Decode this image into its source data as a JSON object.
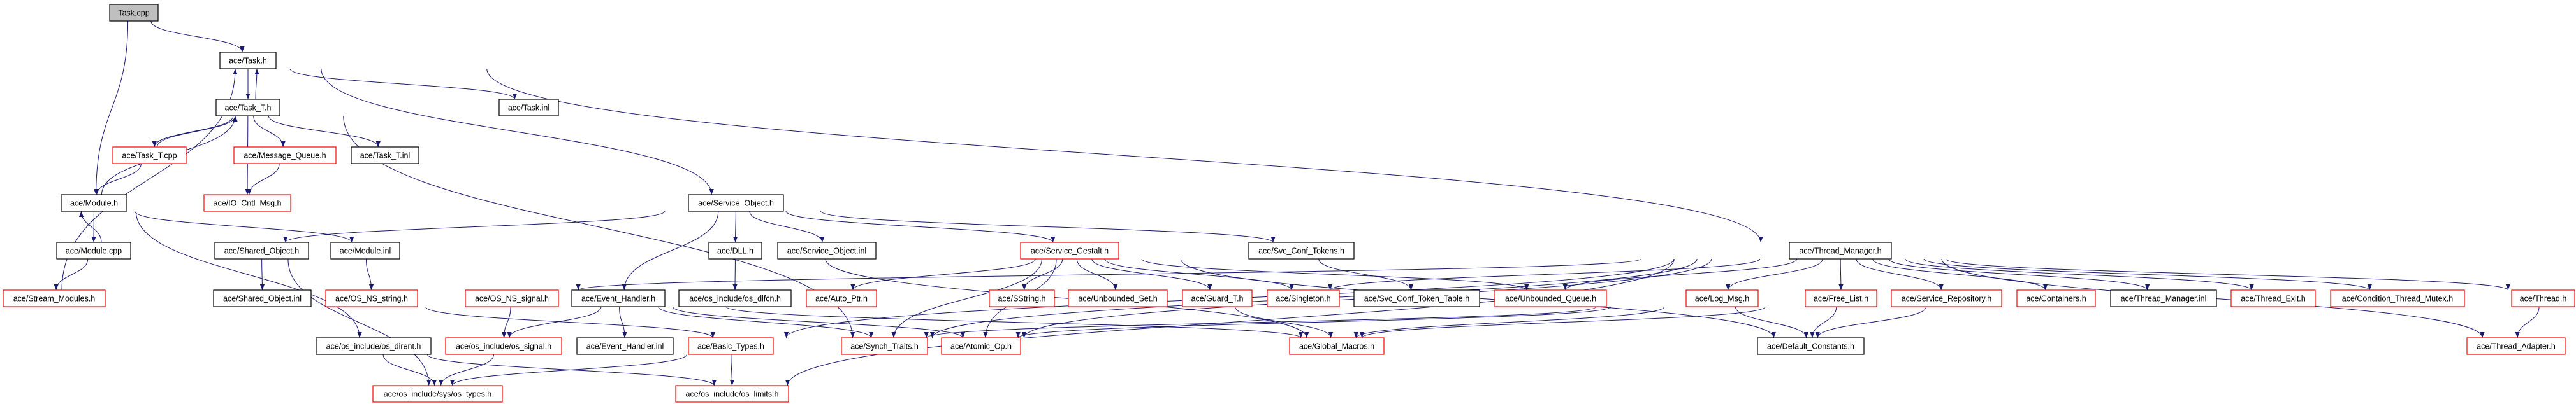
{
  "graph": {
    "title": "Task.cpp include dependency graph",
    "colors": {
      "edge": "#191970",
      "root_fill": "#bfbfbf",
      "border_documented": "#000000",
      "border_undocumented": "#ff0000",
      "node_fill": "#ffffff"
    },
    "nodes": [
      {
        "id": "task_cpp",
        "label": "Task.cpp",
        "root": true,
        "border": "black"
      },
      {
        "id": "task_h",
        "label": "ace/Task.h",
        "border": "black"
      },
      {
        "id": "task_t_h",
        "label": "ace/Task_T.h",
        "border": "black"
      },
      {
        "id": "task_t_cpp",
        "label": "ace/Task_T.cpp",
        "border": "red"
      },
      {
        "id": "message_queue_h",
        "label": "ace/Message_Queue.h",
        "border": "red"
      },
      {
        "id": "task_t_inl",
        "label": "ace/Task_T.inl",
        "border": "black"
      },
      {
        "id": "module_h",
        "label": "ace/Module.h",
        "border": "black"
      },
      {
        "id": "io_cntl_msg_h",
        "label": "ace/IO_Cntl_Msg.h",
        "border": "red"
      },
      {
        "id": "module_cpp",
        "label": "ace/Module.cpp",
        "border": "black"
      },
      {
        "id": "stream_modules_h",
        "label": "ace/Stream_Modules.h",
        "border": "red"
      },
      {
        "id": "shared_object_h",
        "label": "ace/Shared_Object.h",
        "border": "black"
      },
      {
        "id": "module_inl",
        "label": "ace/Module.inl",
        "border": "black"
      },
      {
        "id": "shared_object_inl",
        "label": "ace/Shared_Object.inl",
        "border": "black"
      },
      {
        "id": "os_ns_string_h",
        "label": "ace/OS_NS_string.h",
        "border": "red"
      },
      {
        "id": "os_dirent_h",
        "label": "ace/os_include/os_dirent.h",
        "border": "black"
      },
      {
        "id": "os_types_h",
        "label": "ace/os_include/sys/os_types.h",
        "border": "red"
      },
      {
        "id": "task_inl",
        "label": "ace/Task.inl",
        "border": "black"
      },
      {
        "id": "service_object_h",
        "label": "ace/Service_Object.h",
        "border": "black"
      },
      {
        "id": "dll_h",
        "label": "ace/DLL.h",
        "border": "black"
      },
      {
        "id": "service_object_inl",
        "label": "ace/Service_Object.inl",
        "border": "black"
      },
      {
        "id": "os_ns_signal_h",
        "label": "ace/OS_NS_signal.h",
        "border": "red"
      },
      {
        "id": "event_handler_h",
        "label": "ace/Event_Handler.h",
        "border": "black"
      },
      {
        "id": "os_dlfcn_h",
        "label": "ace/os_include/os_dlfcn.h",
        "border": "black"
      },
      {
        "id": "auto_ptr_h",
        "label": "ace/Auto_Ptr.h",
        "border": "red"
      },
      {
        "id": "os_signal_h",
        "label": "ace/os_include/os_signal.h",
        "border": "red"
      },
      {
        "id": "event_handler_inl",
        "label": "ace/Event_Handler.inl",
        "border": "black"
      },
      {
        "id": "basic_types_h",
        "label": "ace/Basic_Types.h",
        "border": "red"
      },
      {
        "id": "synch_traits_h",
        "label": "ace/Synch_Traits.h",
        "border": "red"
      },
      {
        "id": "os_limits_h",
        "label": "ace/os_include/os_limits.h",
        "border": "red"
      },
      {
        "id": "service_gestalt_h",
        "label": "ace/Service_Gestalt.h",
        "border": "red"
      },
      {
        "id": "svc_conf_tokens_h",
        "label": "ace/Svc_Conf_Tokens.h",
        "border": "black"
      },
      {
        "id": "sstring_h",
        "label": "ace/SString.h",
        "border": "red"
      },
      {
        "id": "unbounded_set_h",
        "label": "ace/Unbounded_Set.h",
        "border": "red"
      },
      {
        "id": "guard_t_h",
        "label": "ace/Guard_T.h",
        "border": "red"
      },
      {
        "id": "singleton_h",
        "label": "ace/Singleton.h",
        "border": "red"
      },
      {
        "id": "atomic_op_h",
        "label": "ace/Atomic_Op.h",
        "border": "red"
      },
      {
        "id": "global_macros_h",
        "label": "ace/Global_Macros.h",
        "border": "red"
      },
      {
        "id": "svc_conf_token_table_h",
        "label": "ace/Svc_Conf_Token_Table.h",
        "border": "black"
      },
      {
        "id": "unbounded_queue_h",
        "label": "ace/Unbounded_Queue.h",
        "border": "red"
      },
      {
        "id": "thread_manager_h",
        "label": "ace/Thread_Manager.h",
        "border": "black"
      },
      {
        "id": "log_msg_h",
        "label": "ace/Log_Msg.h",
        "border": "red"
      },
      {
        "id": "free_list_h",
        "label": "ace/Free_List.h",
        "border": "red"
      },
      {
        "id": "default_constants_h",
        "label": "ace/Default_Constants.h",
        "border": "black"
      },
      {
        "id": "service_repository_h",
        "label": "ace/Service_Repository.h",
        "border": "red"
      },
      {
        "id": "containers_h",
        "label": "ace/Containers.h",
        "border": "red"
      },
      {
        "id": "thread_manager_inl",
        "label": "ace/Thread_Manager.inl",
        "border": "black"
      },
      {
        "id": "thread_exit_h",
        "label": "ace/Thread_Exit.h",
        "border": "red"
      },
      {
        "id": "condition_thread_mutex_h",
        "label": "ace/Condition_Thread_Mutex.h",
        "border": "red"
      },
      {
        "id": "thread_h",
        "label": "ace/Thread.h",
        "border": "red"
      },
      {
        "id": "thread_adapter_h",
        "label": "ace/Thread_Adapter.h",
        "border": "red"
      }
    ],
    "edges": [
      [
        "task_cpp",
        "task_h"
      ],
      [
        "task_cpp",
        "module_h"
      ],
      [
        "task_h",
        "task_t_h"
      ],
      [
        "task_h",
        "task_inl"
      ],
      [
        "task_h",
        "service_object_h"
      ],
      [
        "task_h",
        "thread_manager_h"
      ],
      [
        "task_t_h",
        "task_h"
      ],
      [
        "task_t_h",
        "task_t_cpp"
      ],
      [
        "task_t_h",
        "message_queue_h"
      ],
      [
        "task_t_h",
        "task_t_inl"
      ],
      [
        "task_t_h",
        "io_cntl_msg_h"
      ],
      [
        "task_t_h",
        "synch_traits_h"
      ],
      [
        "task_t_cpp",
        "task_t_h"
      ],
      [
        "task_t_cpp",
        "module_h"
      ],
      [
        "message_queue_h",
        "io_cntl_msg_h"
      ],
      [
        "module_h",
        "task_t_h"
      ],
      [
        "module_h",
        "module_cpp"
      ],
      [
        "module_h",
        "module_inl"
      ],
      [
        "module_h",
        "os_dirent_h"
      ],
      [
        "module_cpp",
        "module_h"
      ],
      [
        "module_cpp",
        "stream_modules_h"
      ],
      [
        "stream_modules_h",
        "task_h"
      ],
      [
        "shared_object_h",
        "shared_object_inl"
      ],
      [
        "shared_object_h",
        "os_types_h"
      ],
      [
        "module_inl",
        "os_ns_string_h"
      ],
      [
        "os_ns_string_h",
        "basic_types_h"
      ],
      [
        "os_dirent_h",
        "os_types_h"
      ],
      [
        "os_dirent_h",
        "os_limits_h"
      ],
      [
        "service_object_h",
        "shared_object_h"
      ],
      [
        "service_object_h",
        "event_handler_h"
      ],
      [
        "service_object_h",
        "dll_h"
      ],
      [
        "service_object_h",
        "service_object_inl"
      ],
      [
        "service_object_h",
        "service_gestalt_h"
      ],
      [
        "service_object_h",
        "svc_conf_tokens_h"
      ],
      [
        "dll_h",
        "os_dlfcn_h"
      ],
      [
        "dll_h",
        "global_macros_h"
      ],
      [
        "event_handler_h",
        "os_signal_h"
      ],
      [
        "event_handler_h",
        "event_handler_inl"
      ],
      [
        "event_handler_h",
        "synch_traits_h"
      ],
      [
        "event_handler_h",
        "atomic_op_h"
      ],
      [
        "event_handler_h",
        "global_macros_h"
      ],
      [
        "os_ns_signal_h",
        "os_signal_h"
      ],
      [
        "os_signal_h",
        "os_types_h"
      ],
      [
        "basic_types_h",
        "os_types_h"
      ],
      [
        "basic_types_h",
        "os_limits_h"
      ],
      [
        "service_gestalt_h",
        "auto_ptr_h"
      ],
      [
        "service_gestalt_h",
        "sstring_h"
      ],
      [
        "service_gestalt_h",
        "unbounded_set_h"
      ],
      [
        "service_gestalt_h",
        "guard_t_h"
      ],
      [
        "service_gestalt_h",
        "singleton_h"
      ],
      [
        "service_gestalt_h",
        "synch_traits_h"
      ],
      [
        "service_gestalt_h",
        "atomic_op_h"
      ],
      [
        "service_gestalt_h",
        "unbounded_queue_h"
      ],
      [
        "service_gestalt_h",
        "default_constants_h"
      ],
      [
        "svc_conf_tokens_h",
        "svc_conf_token_table_h"
      ],
      [
        "guard_t_h",
        "global_macros_h"
      ],
      [
        "thread_manager_h",
        "os_ns_signal_h"
      ],
      [
        "thread_manager_h",
        "singleton_h"
      ],
      [
        "thread_manager_h",
        "unbounded_queue_h"
      ],
      [
        "thread_manager_h",
        "log_msg_h"
      ],
      [
        "thread_manager_h",
        "free_list_h"
      ],
      [
        "thread_manager_h",
        "service_repository_h"
      ],
      [
        "thread_manager_h",
        "containers_h"
      ],
      [
        "thread_manager_h",
        "thread_manager_inl"
      ],
      [
        "thread_manager_h",
        "thread_exit_h"
      ],
      [
        "thread_manager_h",
        "condition_thread_mutex_h"
      ],
      [
        "thread_manager_h",
        "thread_h"
      ],
      [
        "thread_manager_h",
        "thread_adapter_h"
      ],
      [
        "thread_manager_h",
        "synch_traits_h"
      ],
      [
        "thread_manager_h",
        "atomic_op_h"
      ],
      [
        "thread_manager_h",
        "basic_types_h"
      ],
      [
        "thread_manager_h",
        "os_limits_h"
      ],
      [
        "log_msg_h",
        "default_constants_h"
      ],
      [
        "log_msg_h",
        "global_macros_h"
      ],
      [
        "log_msg_h",
        "synch_traits_h"
      ],
      [
        "log_msg_h",
        "atomic_op_h"
      ],
      [
        "free_list_h",
        "default_constants_h"
      ],
      [
        "free_list_h",
        "global_macros_h"
      ],
      [
        "service_repository_h",
        "default_constants_h"
      ],
      [
        "thread_h",
        "thread_adapter_h"
      ]
    ]
  }
}
